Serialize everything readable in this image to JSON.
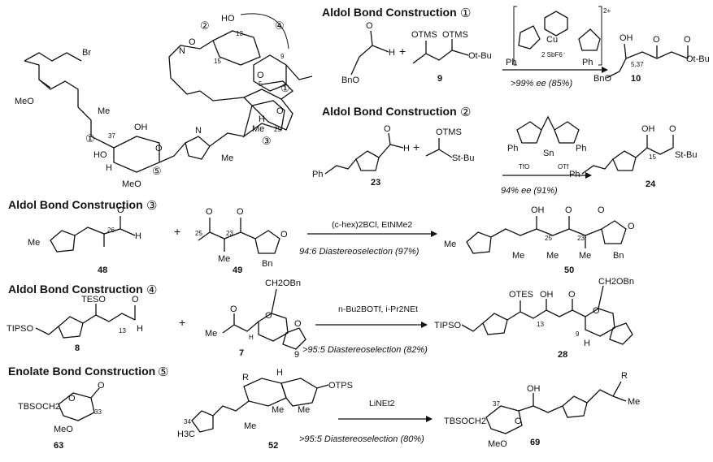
{
  "headers": {
    "h1": "Aldol Bond Construction",
    "h2": "Aldol Bond Construction",
    "h3": "Aldol Bond Construction",
    "h4": "Aldol Bond Construction",
    "h5": "Enolate Bond Construction"
  },
  "markers": [
    "①",
    "②",
    "③",
    "④",
    "⑤"
  ],
  "macrocycle": {
    "atoms": {
      "HO": "HO",
      "MeO": "MeO",
      "Br": "Br",
      "Me": "Me",
      "N": "N",
      "O": "O",
      "H": "H",
      "HO2": "HO",
      "OH": "OH"
    },
    "numbers": {
      "n13": "13",
      "n15": "15",
      "n9": "9",
      "n5": "5",
      "n37": "37",
      "n25": "25"
    }
  },
  "r1": {
    "reagent_a_label": "BnO",
    "reagent_b_labels": [
      "OTMS",
      "OTMS",
      "Ot-Bu"
    ],
    "b_number": "9",
    "catalyst_labels": {
      "charge": "2+",
      "cu": "Cu",
      "anion": "2 SbF6⁻",
      "ph1": "Ph",
      "ph2": "Ph"
    },
    "selectivity": ">99% ee (85%)",
    "product_labels": [
      "OH",
      "O",
      "O",
      "Ot-Bu",
      "BnO",
      "5,37"
    ],
    "product_number": "10"
  },
  "r2": {
    "reagent_a_label": "Ph",
    "a_number": "23",
    "reagent_b_labels": [
      "OTMS",
      "St-Bu"
    ],
    "catalyst_labels": {
      "sn": "Sn",
      "otf1": "TfO",
      "otf2": "OTf",
      "ph1": "Ph",
      "ph2": "Ph"
    },
    "selectivity": "94% ee (91%)",
    "product_labels": [
      "OH",
      "O",
      "St-Bu",
      "Ph",
      "15"
    ],
    "product_number": "24"
  },
  "r3": {
    "reagent_a_labels": [
      "Me",
      "26",
      "H",
      "O"
    ],
    "a_number": "48",
    "reagent_b_labels": [
      "O",
      "O",
      "O",
      "23",
      "25",
      "Me",
      "Bn"
    ],
    "b_number": "49",
    "conditions": "(c-hex)2BCl, EtNMe2",
    "selectivity": "94:6 Diastereoselection (97%)",
    "product_labels": [
      "OH",
      "O",
      "O",
      "O",
      "25",
      "23",
      "Me",
      "Me",
      "Me",
      "Bn"
    ],
    "product_number": "50"
  },
  "r4": {
    "reagent_a_labels": [
      "TESO",
      "TIPSO",
      "O",
      "13",
      "H"
    ],
    "a_number": "8",
    "reagent_b_labels": [
      "CH2OBn",
      "Me",
      "O",
      "O",
      "O",
      "9",
      "H"
    ],
    "b_number": "7",
    "conditions": "n-Bu2BOTf, i-Pr2NEt",
    "selectivity": ">95:5 Diastereoselection (82%)",
    "product_labels": [
      "OTES",
      "OH",
      "O",
      "CH2OBn",
      "TIPSO",
      "13",
      "9",
      "H"
    ],
    "product_number": "28"
  },
  "r5": {
    "reagent_a_labels": [
      "TBSOCH2",
      "O",
      "O",
      "MeO",
      "33"
    ],
    "a_number": "63",
    "reagent_b_labels": [
      "R",
      "OTPS",
      "H",
      "Me",
      "Me",
      "H3C",
      "34"
    ],
    "b_number": "52",
    "conditions": "LiNEt2",
    "selectivity": ">95:5 Diastereoselection (80%)",
    "product_labels": [
      "TBSOCH2",
      "37",
      "OH",
      "MeO",
      "R",
      "Me"
    ],
    "product_number": "69"
  }
}
